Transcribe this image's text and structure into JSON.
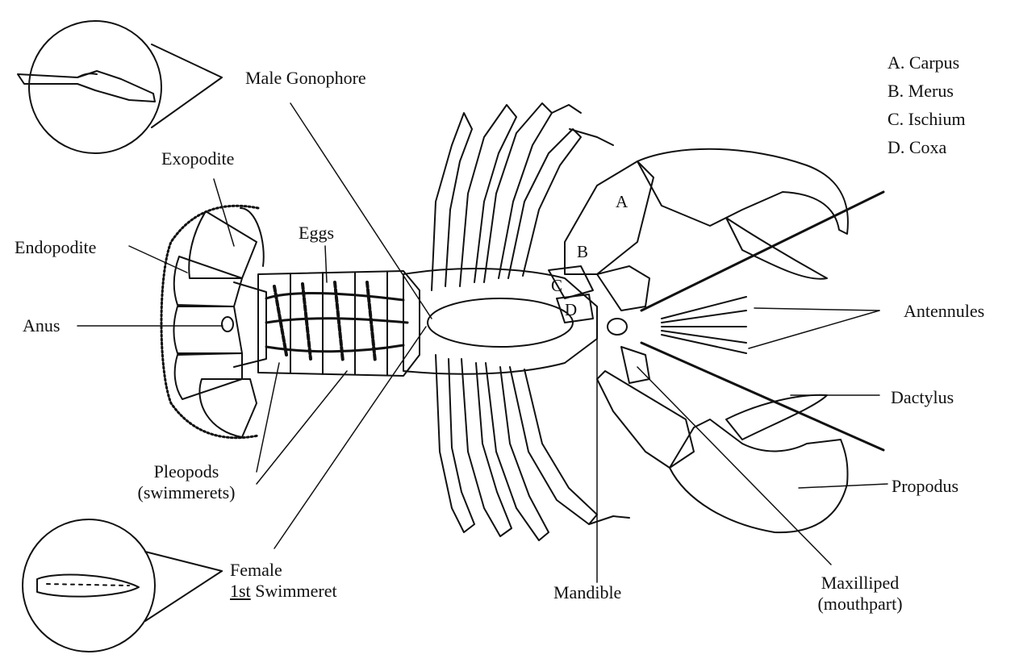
{
  "legend": {
    "items": [
      "A. Carpus",
      "B. Merus",
      "C. Ischium",
      "D. Coxa"
    ]
  },
  "segment_letters": [
    "A",
    "B",
    "C",
    "D"
  ],
  "labels": {
    "male_gonophore": "Male Gonophore",
    "exopodite": "Exopodite",
    "endopodite": "Endopodite",
    "eggs": "Eggs",
    "anus": "Anus",
    "pleopods_line1": "Pleopods",
    "pleopods_line2": "(swimmerets)",
    "female_line1": "Female",
    "female_ordinal": "1st",
    "female_rest": " Swimmeret",
    "mandible": "Mandible",
    "maxilliped_line1": "Maxilliped",
    "maxilliped_line2": "(mouthpart)",
    "antennules": "Antennules",
    "dactylus": "Dactylus",
    "propodus": "Propodus"
  }
}
